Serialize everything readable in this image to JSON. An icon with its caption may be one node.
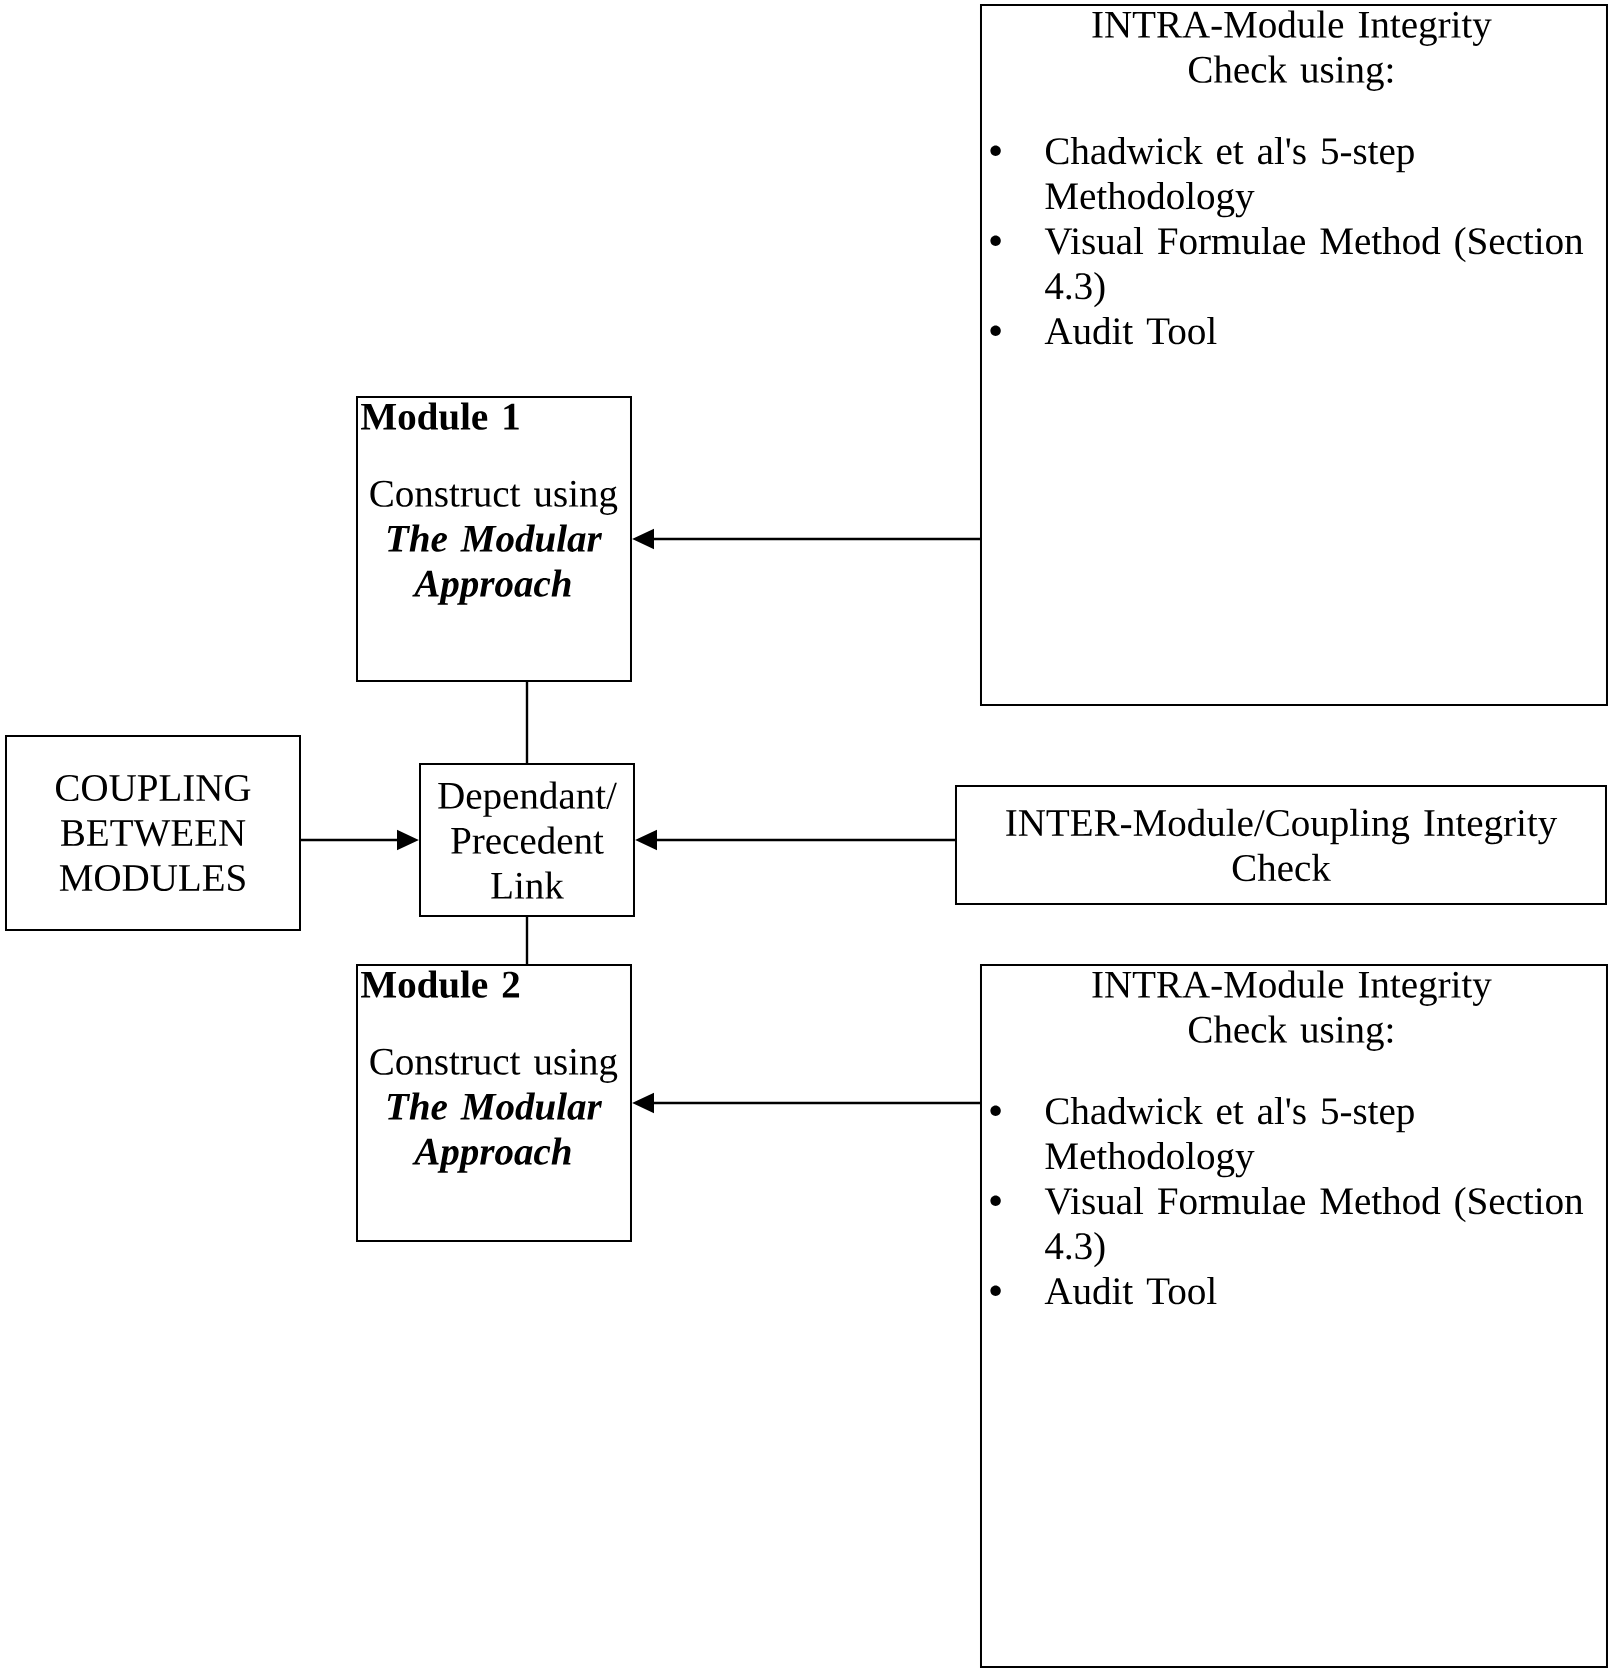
{
  "diagram": {
    "nodes": [
      {
        "text": [
          "Module 1",
          "Construct using",
          "The Modular Approach"
        ]
      },
      {
        "text": [
          "INTRA-Module Integrity Check using:",
          "Chadwick et al's 5-step Methodology",
          "Visual Formulae Method (Section 4.3)",
          "Audit Tool"
        ]
      },
      {
        "text": [
          "COUPLING BETWEEN MODULES"
        ]
      },
      {
        "text": [
          "Dependant/ Precedent Link"
        ]
      },
      {
        "text": [
          "INTER-Module/Coupling Integrity Check"
        ]
      },
      {
        "text": [
          "Module 2",
          "Construct using",
          "The Modular Approach"
        ]
      },
      {
        "text": [
          "INTRA-Module Integrity Check using:",
          "Chadwick et al's 5-step Methodology",
          "Visual Formulae Method (Section 4.3)",
          "Audit Tool"
        ]
      }
    ],
    "edges": [
      {
        "from": 1,
        "to": 0,
        "arrow": "to"
      },
      {
        "from": 2,
        "to": 3,
        "arrow": "to"
      },
      {
        "from": 4,
        "to": 3,
        "arrow": "to"
      },
      {
        "from": 0,
        "to": 3,
        "arrow": "none"
      },
      {
        "from": 3,
        "to": 5,
        "arrow": "none"
      },
      {
        "from": 6,
        "to": 5,
        "arrow": "to"
      }
    ]
  }
}
